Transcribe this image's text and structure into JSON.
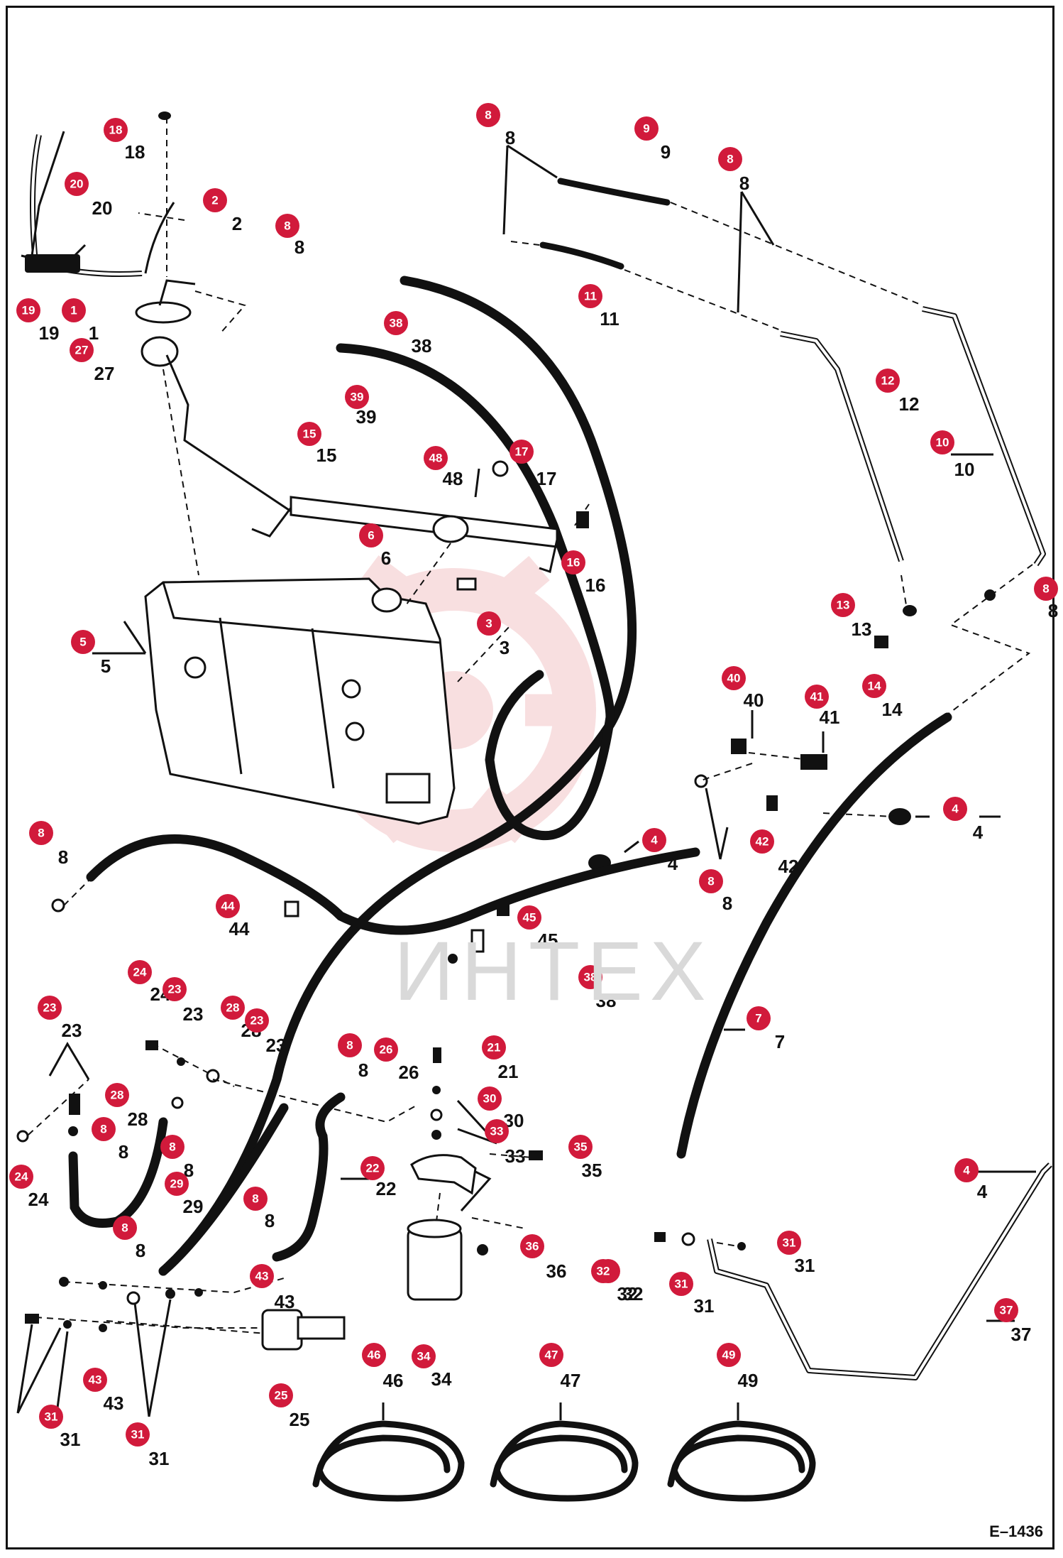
{
  "diagram_code": "E–1436",
  "watermark": "ИНТЕХ",
  "colors": {
    "callout": "#d11a3b",
    "watermark": "#f3c5c8"
  },
  "callouts": [
    {
      "num": "18",
      "label": "18"
    },
    {
      "num": "20",
      "label": "20"
    },
    {
      "num": "2",
      "label": "2"
    },
    {
      "num": "19",
      "label": "19"
    },
    {
      "num": "1",
      "label": "1"
    },
    {
      "num": "27",
      "label": "27"
    },
    {
      "num": "8",
      "label": "8"
    },
    {
      "num": "38",
      "label": "38"
    },
    {
      "num": "39",
      "label": "39"
    },
    {
      "num": "8",
      "label": "8"
    },
    {
      "num": "9",
      "label": "9"
    },
    {
      "num": "8",
      "label": "8"
    },
    {
      "num": "11",
      "label": "11"
    },
    {
      "num": "12",
      "label": "12"
    },
    {
      "num": "10",
      "label": "10"
    },
    {
      "num": "15",
      "label": "15"
    },
    {
      "num": "48",
      "label": "48"
    },
    {
      "num": "17",
      "label": "17"
    },
    {
      "num": "6",
      "label": "6"
    },
    {
      "num": "16",
      "label": "16"
    },
    {
      "num": "5",
      "label": "5"
    },
    {
      "num": "3",
      "label": "3"
    },
    {
      "num": "13",
      "label": "13"
    },
    {
      "num": "14",
      "label": "14"
    },
    {
      "num": "8",
      "label": "8"
    },
    {
      "num": "40",
      "label": "40"
    },
    {
      "num": "41",
      "label": "41"
    },
    {
      "num": "4",
      "label": "4"
    },
    {
      "num": "42",
      "label": "42"
    },
    {
      "num": "4",
      "label": "4"
    },
    {
      "num": "8",
      "label": "8"
    },
    {
      "num": "8",
      "label": "8"
    },
    {
      "num": "44",
      "label": "44"
    },
    {
      "num": "45",
      "label": "45"
    },
    {
      "num": "38",
      "label": "38"
    },
    {
      "num": "7",
      "label": "7"
    },
    {
      "num": "24",
      "label": "24"
    },
    {
      "num": "23",
      "label": "23"
    },
    {
      "num": "23",
      "label": "23"
    },
    {
      "num": "28",
      "label": "28"
    },
    {
      "num": "23",
      "label": "23"
    },
    {
      "num": "8",
      "label": "8"
    },
    {
      "num": "26",
      "label": "26"
    },
    {
      "num": "21",
      "label": "21"
    },
    {
      "num": "28",
      "label": "28"
    },
    {
      "num": "8",
      "label": "8"
    },
    {
      "num": "8",
      "label": "8"
    },
    {
      "num": "30",
      "label": "30"
    },
    {
      "num": "33",
      "label": "33"
    },
    {
      "num": "35",
      "label": "35"
    },
    {
      "num": "24",
      "label": "24"
    },
    {
      "num": "29",
      "label": "29"
    },
    {
      "num": "22",
      "label": "22"
    },
    {
      "num": "4",
      "label": "4"
    },
    {
      "num": "8",
      "label": "8"
    },
    {
      "num": "8",
      "label": "8"
    },
    {
      "num": "36",
      "label": "36"
    },
    {
      "num": "31",
      "label": "31"
    },
    {
      "num": "32",
      "label": "32"
    },
    {
      "num": "31",
      "label": "31"
    },
    {
      "num": "43",
      "label": "43"
    },
    {
      "num": "37",
      "label": "37"
    },
    {
      "num": "34",
      "label": "34"
    },
    {
      "num": "46",
      "label": "46"
    },
    {
      "num": "47",
      "label": "47"
    },
    {
      "num": "49",
      "label": "49"
    },
    {
      "num": "43",
      "label": "43"
    },
    {
      "num": "25",
      "label": "25"
    },
    {
      "num": "31",
      "label": "31"
    },
    {
      "num": "31",
      "label": "31"
    },
    {
      "num": "32",
      "label": "32"
    }
  ]
}
